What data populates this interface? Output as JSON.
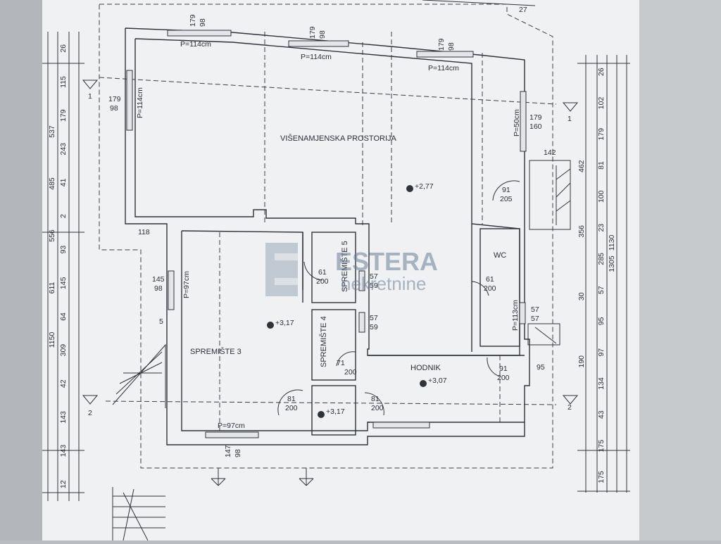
{
  "colors": {
    "paper": "#f2f3f4",
    "line": "#3a3e46",
    "accent_blue": "#6b7f99"
  },
  "rooms": {
    "visenamjenska": "VIŠENAMJENSKA PROSTORIJA",
    "spremiste3": "SPREMIŠTE 3",
    "spremiste4": "SPREMIŠTE 4",
    "spremiste5": "SPREMIŠTE 5",
    "wc": "WC",
    "hodnik": "HODNIK"
  },
  "levels": {
    "l1": "+2,77",
    "l2": "+3,17",
    "l3": "+3,07",
    "l4": "+3,17"
  },
  "sections": {
    "s1_left": "1",
    "s1_right": "1",
    "s2_left": "2",
    "s2_right": "2"
  },
  "windows": {
    "w1": {
      "top": "179",
      "bottom": "98",
      "p": "P=114cm"
    },
    "w2": {
      "top": "179",
      "bottom": "98",
      "p": "P=114cm"
    },
    "w3": {
      "top": "179",
      "bottom": "98",
      "p": "P=114cm"
    },
    "w4": {
      "top": "179",
      "bottom": "98",
      "p": "P=114cm"
    },
    "w5": {
      "top": "179",
      "bottom": "160",
      "p": "P=50cm"
    },
    "w6": {
      "top": "145",
      "bottom": "98",
      "p": "P=97cm"
    },
    "w7": {
      "top": "147",
      "bottom": "98",
      "p": "P=97cm"
    },
    "w8": {
      "top": "57",
      "bottom": "57",
      "p": "P=113cm"
    },
    "w9": {
      "top": "57",
      "bottom": "59"
    },
    "w10": {
      "top": "57",
      "bottom": "59"
    }
  },
  "doors": {
    "d1": {
      "top": "91",
      "bottom": "205"
    },
    "d2": {
      "top": "61",
      "bottom": "200"
    },
    "d3": {
      "top": "61",
      "bottom": "200"
    },
    "d4": {
      "top": "71",
      "bottom": "200"
    },
    "d5": {
      "top": "81",
      "bottom": "200"
    },
    "d6": {
      "top": "81",
      "bottom": "200"
    },
    "d7": {
      "top": "91",
      "bottom": "200"
    }
  },
  "dims": {
    "top_27": "27",
    "d142": "142",
    "d118": "118",
    "d95": "95",
    "d5": "5",
    "left_outer": [
      "26",
      "115",
      "179",
      "243",
      "41",
      "2",
      "93",
      "145",
      "64",
      "309",
      "42",
      "143",
      "143",
      "12"
    ],
    "left_mid": [
      "537",
      "485",
      "556",
      "611",
      "1150"
    ],
    "right_outer": [
      "26",
      "102",
      "179",
      "81",
      "100",
      "23",
      "285",
      "57",
      "95",
      "97",
      "134",
      "43",
      "175",
      "175"
    ],
    "right_mid": [
      "462",
      "356",
      "30",
      "190"
    ],
    "right_total": [
      "1130",
      "1305"
    ]
  },
  "watermark": {
    "brand": "ESTERA",
    "sub": "nekretnine"
  }
}
